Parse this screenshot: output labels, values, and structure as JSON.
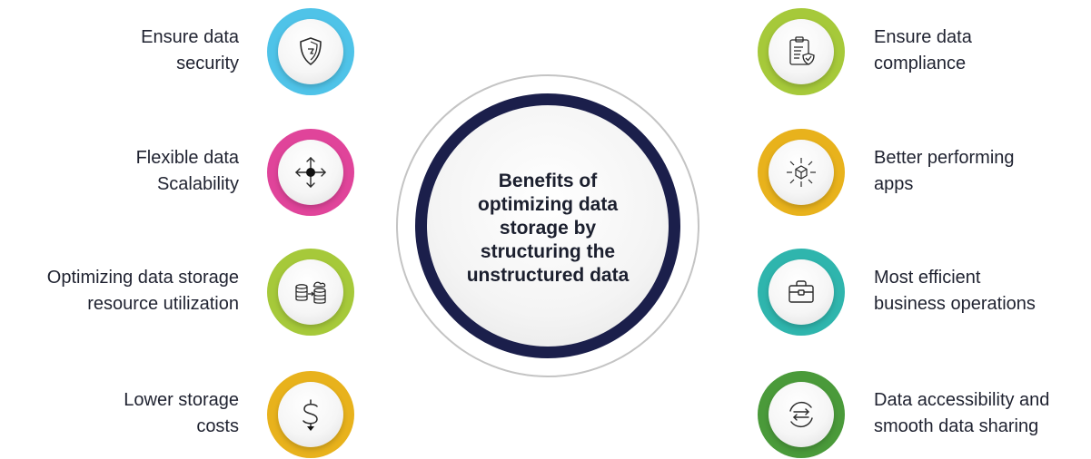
{
  "center": {
    "title": "Benefits of optimizing data storage by structuring the unstructured data",
    "ring_color": "#1b1f4b"
  },
  "benefits": [
    {
      "lines": [
        "Ensure data",
        "security"
      ],
      "icon": "shield-icon",
      "color": "#4fc3e8"
    },
    {
      "lines": [
        "Flexible data",
        "Scalability"
      ],
      "icon": "move-arrows-icon",
      "color": "#e0449a"
    },
    {
      "lines": [
        "Optimizing data storage",
        "resource utilization"
      ],
      "icon": "database-cloud-transfer-icon",
      "color": "#a6c93a"
    },
    {
      "lines": [
        "Lower storage",
        "costs"
      ],
      "icon": "dollar-icon",
      "color": "#e8b21c"
    },
    {
      "lines": [
        "Ensure data",
        "compliance"
      ],
      "icon": "clipboard-shield-icon",
      "color": "#a6c93a"
    },
    {
      "lines": [
        "Better performing",
        "apps"
      ],
      "icon": "cube-network-icon",
      "color": "#e8b21c"
    },
    {
      "lines": [
        "Most efficient",
        "business operations"
      ],
      "icon": "briefcase-icon",
      "color": "#2fb5ad"
    },
    {
      "lines": [
        "Data accessibility and",
        "smooth data sharing"
      ],
      "icon": "exchange-arrows-icon",
      "color": "#4a9a3a"
    }
  ]
}
